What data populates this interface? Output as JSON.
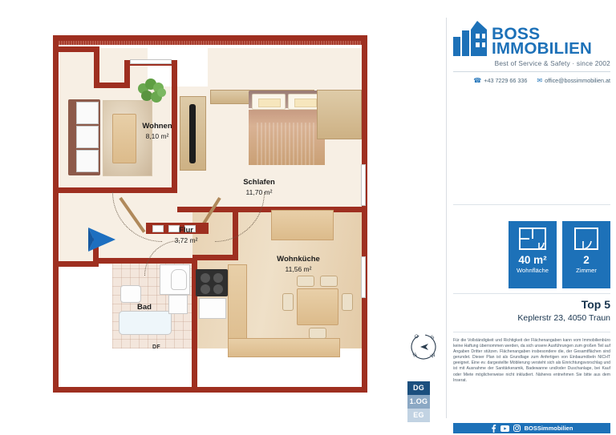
{
  "brand": {
    "logo_line1": "BOSS",
    "logo_line2": "IMMOBILIEN",
    "tagline": "Best of Service & Safety · since 2002",
    "phone": "+43 7229 66 336",
    "email": "office@bossimmobilien.at",
    "phone_icon": "phone-icon",
    "email_icon": "email-icon",
    "accent_color": "#1d71b8"
  },
  "badges": [
    {
      "icon": "floorplan-icon",
      "value": "40 m²",
      "caption": "Wohnfläche"
    },
    {
      "icon": "room-icon",
      "value": "2",
      "caption": "Zimmer"
    }
  ],
  "listing": {
    "title": "Top 5",
    "address": "Keplerstr 23, 4050 Traun"
  },
  "disclaimer": "Für die Vollständigkeit und Richtigkeit der Flächenangaben kann vom Immobilienbüro keine Haftung übernommen werden, da sich unsere Ausführungen zum großen Teil auf Angaben Dritter stützen. Flächenangaben insbesondere die, der Gesamtflächen sind gerundet. Dieser Plan ist als Grundlage zum Anfertigen von Einbaumöbeln NICHT geeignet. Eine ev. dargestellte Möblierung versteht sich als Einrichtungsvorschlag und ist mit Ausnahme der Sanitärkeramik, Badewanne und/oder Duschanlage, bei Kauf oder Miete möglicherweise nicht inkludiert. Näheres entnehmen Sie bitte aus dem Inserat.",
  "social": {
    "handle": "BOSSimmobilien",
    "icons": [
      "facebook-icon",
      "youtube-icon",
      "instagram-icon"
    ]
  },
  "floorplan": {
    "rooms": [
      {
        "name": "Wohnen",
        "area": "8,10 m²"
      },
      {
        "name": "Schlafen",
        "area": "11,70 m²"
      },
      {
        "name": "Flur",
        "area": "3,72 m²"
      },
      {
        "name": "Wohnküche",
        "area": "11,56 m²"
      },
      {
        "name": "Bad",
        "area": ""
      }
    ],
    "markers": {
      "df": "DF"
    },
    "wall_color": "#9e2f20",
    "entry_arrow": "entrance-arrow-icon"
  },
  "compass": {
    "north": "N",
    "east": "O",
    "south": "S",
    "west": "W"
  },
  "floor_selector": {
    "options": [
      {
        "label": "DG",
        "active": true
      },
      {
        "label": "1.OG",
        "active": false
      },
      {
        "label": "EG",
        "active": false
      }
    ]
  }
}
